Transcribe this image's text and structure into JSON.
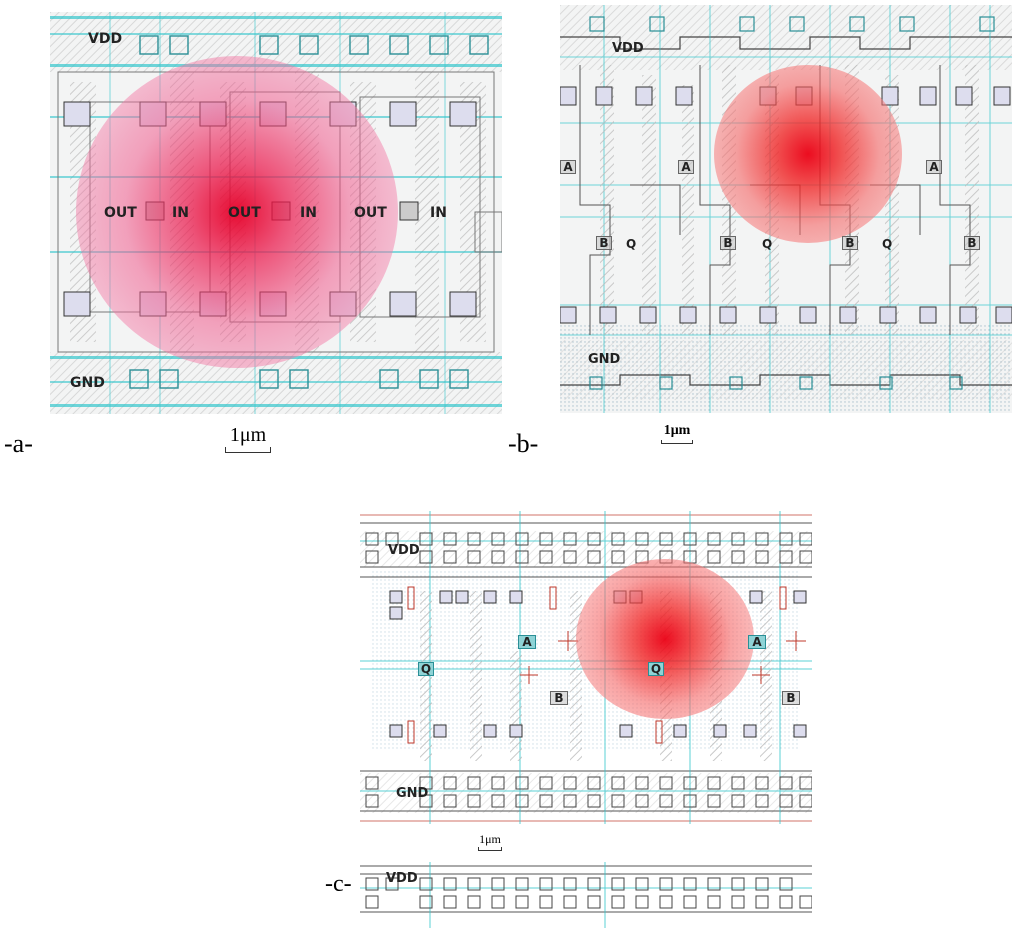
{
  "panels": {
    "a": {
      "label": "-a-",
      "vdd": "VDD",
      "gnd": "GND",
      "out_label": "OUT",
      "in_label": "IN",
      "scale": "1μm"
    },
    "b": {
      "label": "-b-",
      "vdd": "VDD",
      "gnd": "GND",
      "pin_a": "A",
      "pin_b": "B",
      "pin_q": "Q",
      "scale": "1μm"
    },
    "c": {
      "label": "-c-",
      "vdd": "VDD",
      "gnd": "GND",
      "pin_a": "A",
      "pin_b": "B",
      "pin_q": "Q",
      "scale": "1μm",
      "vdd_bottom": "VDD"
    }
  },
  "colors": {
    "hotspot": "#ff0000",
    "metal_teal": "#33c6cc",
    "cell_red": "#c0392b"
  }
}
